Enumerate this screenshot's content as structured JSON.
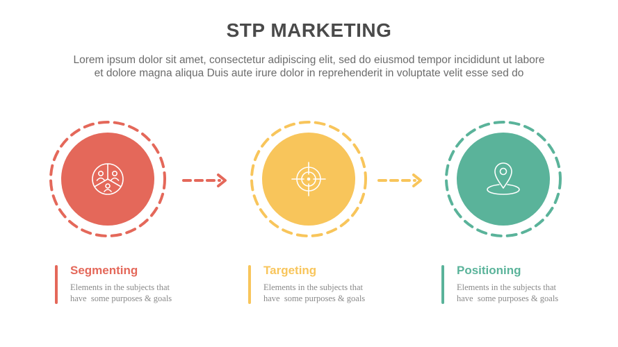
{
  "header": {
    "title": "STP MARKETING",
    "subtitle_line1": "Lorem ipsum dolor sit amet, consectetur adipiscing elit, sed do eiusmod tempor incididunt ut labore",
    "subtitle_line2": "et dolore magna aliqua Duis aute irure dolor in reprehenderit in voluptate velit esse sed do"
  },
  "stages": [
    {
      "name": "Segmenting",
      "color": "#e4685a",
      "icon": "segment-pie-users-icon",
      "desc_line1": "Elements in the subjects that",
      "desc_line2": "have  some purposes & goals"
    },
    {
      "name": "Targeting",
      "color": "#f8c55b",
      "icon": "crosshair-target-icon",
      "desc_line1": "Elements in the subjects that",
      "desc_line2": "have  some purposes & goals"
    },
    {
      "name": "Positioning",
      "color": "#5ab39a",
      "icon": "map-pin-icon",
      "desc_line1": "Elements in the subjects that",
      "desc_line2": "have  some purposes & goals"
    }
  ]
}
